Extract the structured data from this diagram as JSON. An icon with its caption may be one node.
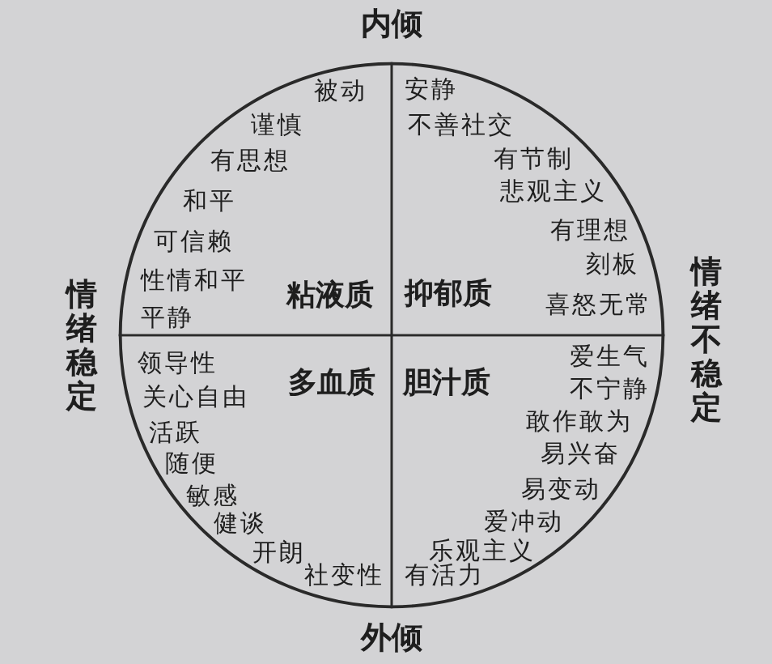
{
  "diagram": {
    "nodes": [
      {
        "text": [],
        "shape": "circle"
      },
      {
        "text": [
          "被动",
          "谨慎",
          "有思想",
          "和平",
          "可信赖",
          "性情和平",
          "粘液质",
          "平静"
        ],
        "in": 0
      },
      {
        "text": [
          "安静",
          "不善社交",
          "有节制",
          "悲观主义",
          "有理想",
          "刻板",
          "抑郁质",
          "喜怒无常"
        ],
        "in": 0
      },
      {
        "text": [
          "领导性",
          "多血质",
          "关心自由",
          "活跃",
          "随便",
          "敏感",
          "健谈",
          "开朗",
          "社变性"
        ],
        "in": 0
      },
      {
        "text": [
          "爱生气",
          "胆汁质",
          "不宁静",
          "敢作敢为",
          "易兴奋",
          "易变动",
          "爱冲动",
          "乐观主义",
          "有活力"
        ],
        "in": 0
      }
    ],
    "labels": [
      "内倾",
      "情绪稳定",
      "情绪不稳定",
      "外倾"
    ]
  }
}
